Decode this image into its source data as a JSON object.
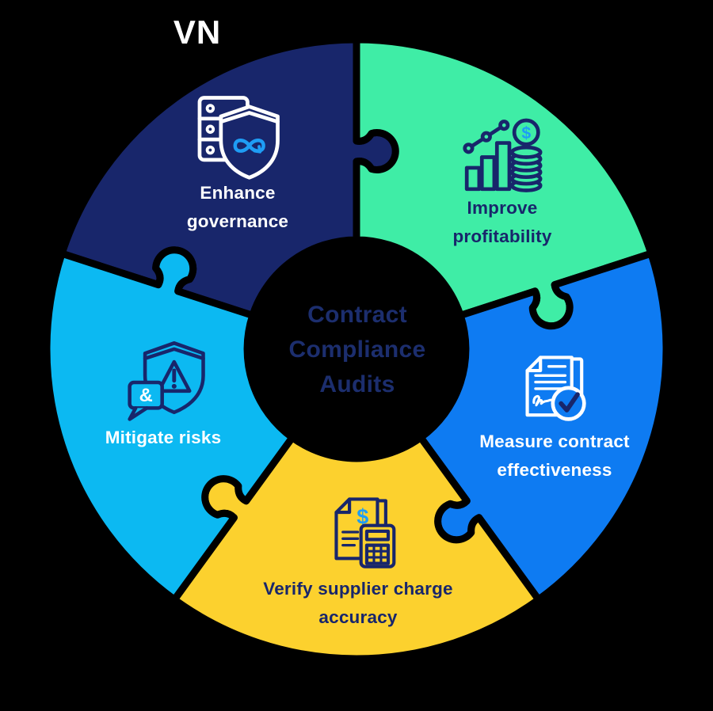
{
  "logo": {
    "text": "VN",
    "color": "#ffffff"
  },
  "center": {
    "title_lines": [
      "Contract",
      "Compliance",
      "Audits"
    ],
    "title_color": "#1c2e6e"
  },
  "palette": {
    "navy": "#18266b",
    "green": "#3feda6",
    "blue": "#0e7bf2",
    "yellow": "#fcd12e",
    "light_blue": "#0cb9f2",
    "accent_blue": "#1e9df5",
    "white": "#ffffff",
    "background": "#000000"
  },
  "segments": [
    {
      "id": "enhance-governance",
      "label_lines": [
        "Enhance",
        "governance"
      ],
      "color": "#18266b",
      "text_color": "#ffffff",
      "icon": "server-shield-icon",
      "icon_glyph": ""
    },
    {
      "id": "improve-profitability",
      "label_lines": [
        "Improve",
        "profitability"
      ],
      "color": "#3feda6",
      "text_color": "#18266b",
      "icon": "growth-chart-coins-icon",
      "icon_glyph": "$"
    },
    {
      "id": "measure-contract-effectiveness",
      "label_lines": [
        "Measure contract",
        "effectiveness"
      ],
      "color": "#0e7bf2",
      "text_color": "#ffffff",
      "icon": "contract-check-icon",
      "icon_glyph": ""
    },
    {
      "id": "verify-supplier-charge-accuracy",
      "label_lines": [
        "Verify supplier charge",
        "accuracy"
      ],
      "color": "#fcd12e",
      "text_color": "#18266b",
      "icon": "invoice-calculator-icon",
      "icon_glyph": "$"
    },
    {
      "id": "mitigate-risks",
      "label_lines": [
        "Mitigate risks"
      ],
      "color": "#0cb9f2",
      "text_color": "#ffffff",
      "icon": "risk-shield-icon",
      "icon_glyph": "&"
    }
  ]
}
